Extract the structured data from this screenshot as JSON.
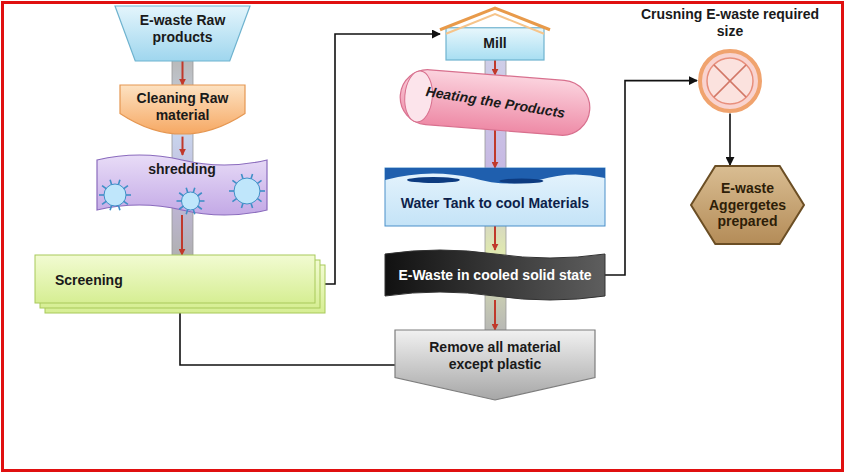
{
  "diagram": {
    "nodes": [
      {
        "text": [
          "E-waste Raw products"
        ]
      },
      {
        "text": [
          "Cleaning Raw material"
        ]
      },
      {
        "text": [
          "shredding"
        ]
      },
      {
        "text": [
          "Screening"
        ]
      },
      {
        "text": [
          "Mill"
        ]
      },
      {
        "text": [
          "Heating the Products"
        ]
      },
      {
        "text": [
          "Water Tank to cool Materials"
        ]
      },
      {
        "text": [
          "E-Waste in cooled solid state"
        ]
      },
      {
        "text": [
          "Remove all material except plastic"
        ]
      },
      {
        "text": [
          "Crusning E-waste required size"
        ]
      },
      {
        "text": [
          "E-waste Aggergetes prepared"
        ]
      }
    ],
    "edges": [
      {
        "from": 0,
        "to": 1,
        "arrow": "to"
      },
      {
        "from": 1,
        "to": 2,
        "arrow": "to"
      },
      {
        "from": 2,
        "to": 3,
        "arrow": "to"
      },
      {
        "from": 3,
        "to": 4,
        "arrow": "to"
      },
      {
        "from": 4,
        "to": 5,
        "arrow": "to"
      },
      {
        "from": 5,
        "to": 6,
        "arrow": "to"
      },
      {
        "from": 6,
        "to": 7,
        "arrow": "to"
      },
      {
        "from": 7,
        "to": 8,
        "arrow": "to"
      },
      {
        "from": 7,
        "to": 9,
        "arrow": "to"
      },
      {
        "from": 9,
        "to": 10,
        "arrow": "to"
      },
      {
        "from": 3,
        "to": 8,
        "arrow": "none"
      }
    ]
  }
}
